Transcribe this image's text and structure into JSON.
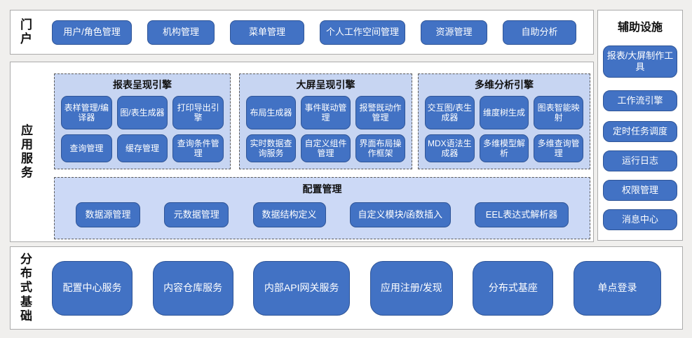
{
  "diagram": {
    "portal": {
      "label": "门户",
      "buttons": [
        "用户/角色管理",
        "机构管理",
        "菜单管理",
        "个人工作空间管理",
        "资源管理",
        "自助分析"
      ]
    },
    "app_services": {
      "label": "应用服务",
      "groups": [
        {
          "title": "报表呈现引擎",
          "buttons": [
            "表样管理/编译器",
            "图/表生成器",
            "打印导出引擎",
            "查询管理",
            "缓存管理",
            "查询条件管理"
          ]
        },
        {
          "title": "大屏呈现引擎",
          "buttons": [
            "布局生成器",
            "事件联动管理",
            "报警既动作管理",
            "实时数据查询服务",
            "自定义组件管理",
            "界面布局操作框架"
          ]
        },
        {
          "title": "多维分析引擎",
          "buttons": [
            "交互图/表生成器",
            "维度树生成",
            "图表智能映射",
            "MDX语法生成器",
            "多维模型解析",
            "多维查询管理"
          ]
        }
      ],
      "config": {
        "title": "配置管理",
        "buttons": [
          "数据源管理",
          "元数据管理",
          "数据结构定义",
          "自定义模块/函数插入",
          "EEL表达式解析器"
        ]
      }
    },
    "auxiliary": {
      "title": "辅助设施",
      "buttons": [
        "报表/大屏制作工具",
        "工作流引擎",
        "定时任务调度",
        "运行日志",
        "权限管理",
        "消息中心"
      ]
    },
    "distributed": {
      "label": "分布式基础",
      "buttons": [
        "配置中心服务",
        "内容仓库服务",
        "内部API网关服务",
        "应用注册/发现",
        "分布式基座",
        "单点登录"
      ]
    },
    "colors": {
      "button_fill": "#4272c4",
      "button_border": "#2f5597",
      "group_bg": "#c7d5f2",
      "config_bg": "#ccd9f6",
      "panel_bg": "#ffffff",
      "panel_border": "#ababab",
      "page_bg": "#f0efed",
      "text_dark": "#111111",
      "text_light": "#ffffff"
    }
  }
}
